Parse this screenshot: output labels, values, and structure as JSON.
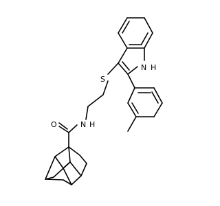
{
  "molecule": {
    "atoms": {
      "sulfur": "S",
      "indole_nh": "H",
      "indole_n": "N",
      "amide_o": "O",
      "amide_n": "N",
      "amide_h": "H"
    }
  }
}
